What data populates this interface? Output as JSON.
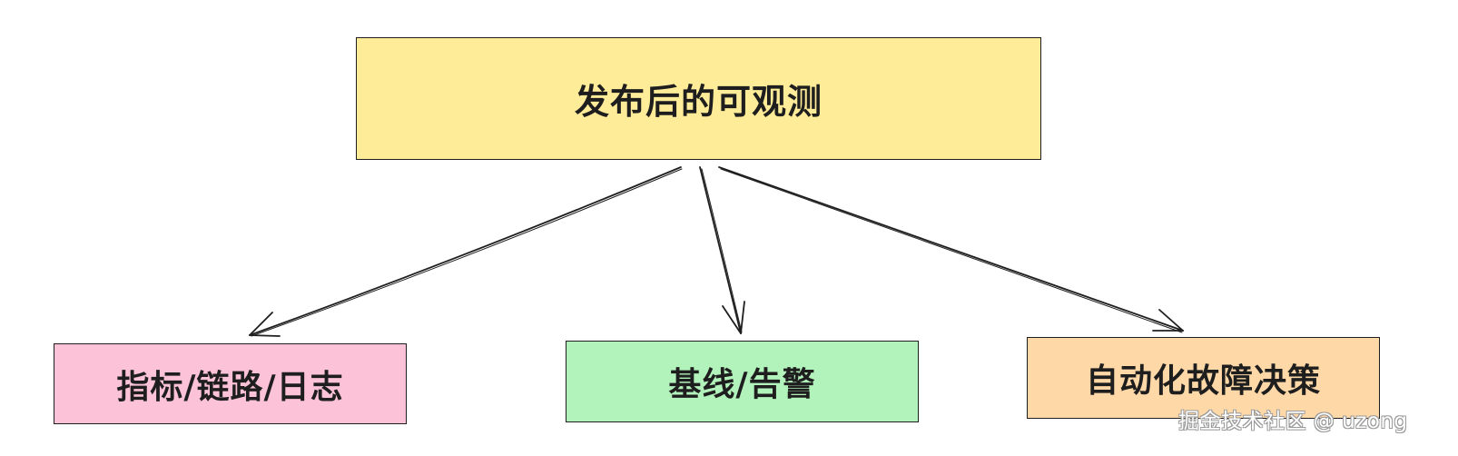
{
  "diagram": {
    "root": {
      "label": "发布后的可观测",
      "color": "#ffec99"
    },
    "children": [
      {
        "label": "指标/链路/日志",
        "color": "#fcc2d7"
      },
      {
        "label": "基线/告警",
        "color": "#b2f2bb"
      },
      {
        "label": "自动化故障决策",
        "color": "#ffd8a8"
      }
    ],
    "stroke_color": "#1e1e1e"
  },
  "watermark": {
    "text": "掘金技术社区 @ uzong"
  }
}
